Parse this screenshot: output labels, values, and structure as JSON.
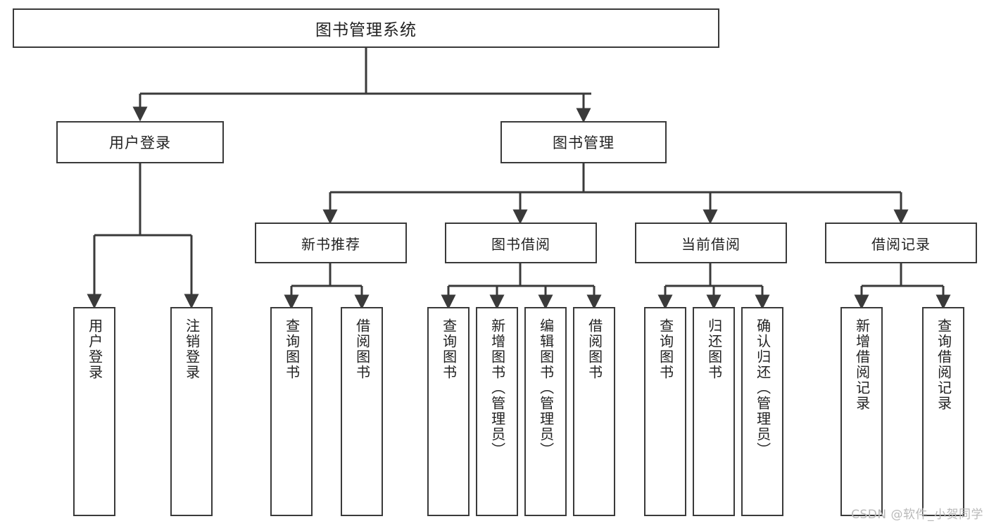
{
  "diagram": {
    "title": "图书管理系统",
    "type": "tree",
    "line_color": "#3a3a3a",
    "box_fill": "#ffffff",
    "text_color": "#222222",
    "watermark": "CSDN @软件_小贺同学"
  },
  "nodes": {
    "root": {
      "label": "图书管理系统"
    },
    "level1": [
      {
        "label": "用户登录"
      },
      {
        "label": "图书管理"
      }
    ],
    "level2": [
      {
        "label": "新书推荐"
      },
      {
        "label": "图书借阅"
      },
      {
        "label": "当前借阅"
      },
      {
        "label": "借阅记录"
      }
    ],
    "leaves": {
      "user_login": [
        {
          "label": "用户登录"
        },
        {
          "label": "注销登录"
        }
      ],
      "new_book_recommend": [
        {
          "label": "查询图书"
        },
        {
          "label": "借阅图书"
        }
      ],
      "book_borrow": [
        {
          "label": "查询图书"
        },
        {
          "label": "新增图书（管理员）"
        },
        {
          "label": "编辑图书（管理员）"
        },
        {
          "label": "借阅图书"
        }
      ],
      "current_borrow": [
        {
          "label": "查询图书"
        },
        {
          "label": "归还图书"
        },
        {
          "label": "确认归还（管理员）"
        }
      ],
      "borrow_record": [
        {
          "label": "新增借阅记录"
        },
        {
          "label": "查询借阅记录"
        }
      ]
    }
  }
}
